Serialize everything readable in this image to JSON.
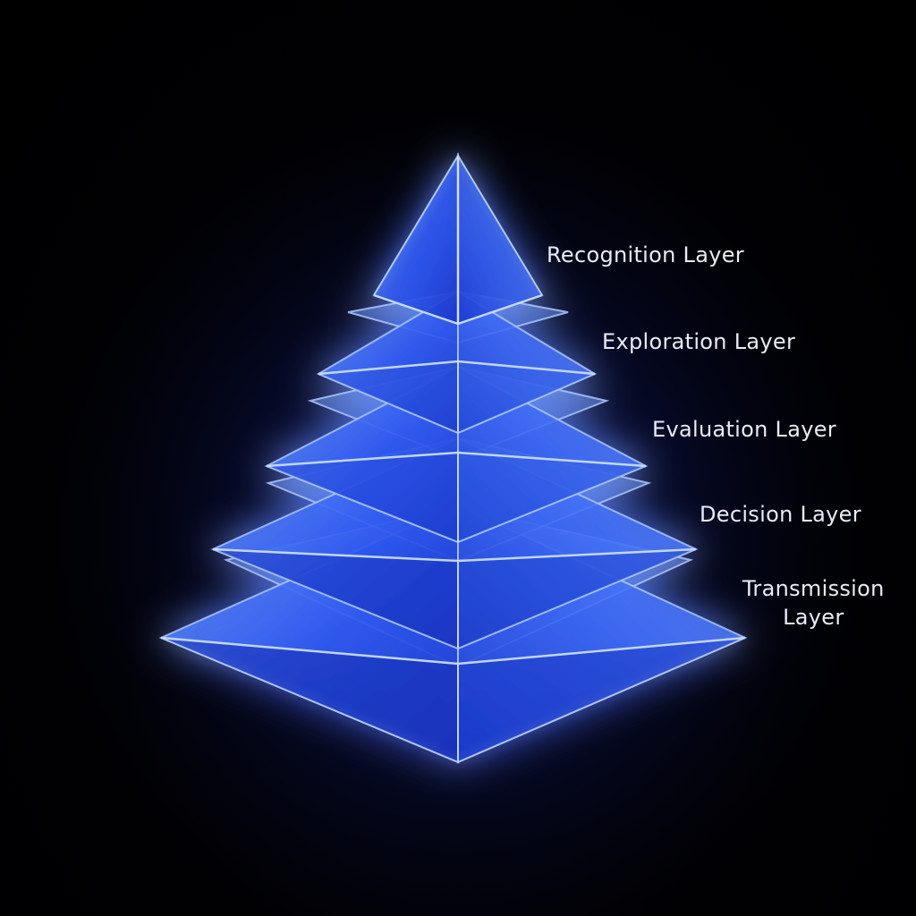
{
  "diagram": {
    "layers": [
      {
        "label": "Recognition Layer"
      },
      {
        "label": "Exploration Layer"
      },
      {
        "label": "Evaluation Layer"
      },
      {
        "label": "Decision Layer"
      },
      {
        "label": "Transmission\nLayer"
      }
    ],
    "colors": {
      "background": "#000000",
      "glow": "#2f5dff",
      "face_light": "#5a8cff",
      "face_dark": "#1e3fd6",
      "edge": "#a9c6ff",
      "label_text": "#e8ecf8"
    }
  }
}
